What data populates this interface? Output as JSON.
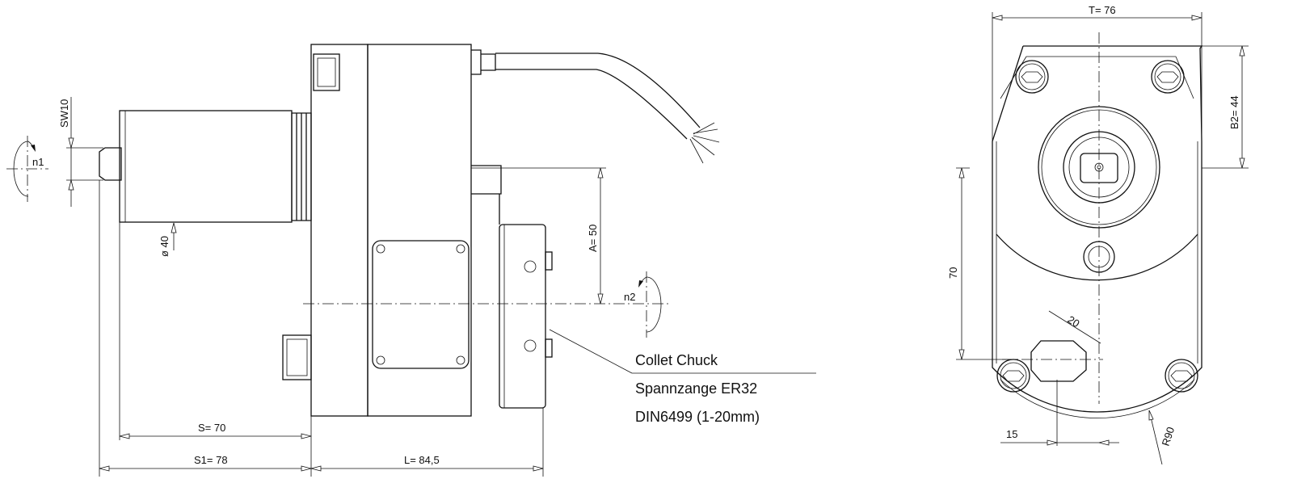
{
  "side_view": {
    "labels": {
      "sw": "SW10",
      "n1": "n1",
      "dia": "ø 40",
      "a": "A= 50",
      "n2": "n2",
      "s": "S= 70",
      "s1": "S1=  78",
      "l": "L= 84,5"
    },
    "callout": [
      "Collet Chuck",
      "Spannzange ER32",
      "DIN6499 (1-20mm)"
    ]
  },
  "front_view": {
    "labels": {
      "t": "T= 76",
      "b2": "B2=  44",
      "h": "70",
      "w": "20",
      "o": "15",
      "r": "R90"
    }
  }
}
